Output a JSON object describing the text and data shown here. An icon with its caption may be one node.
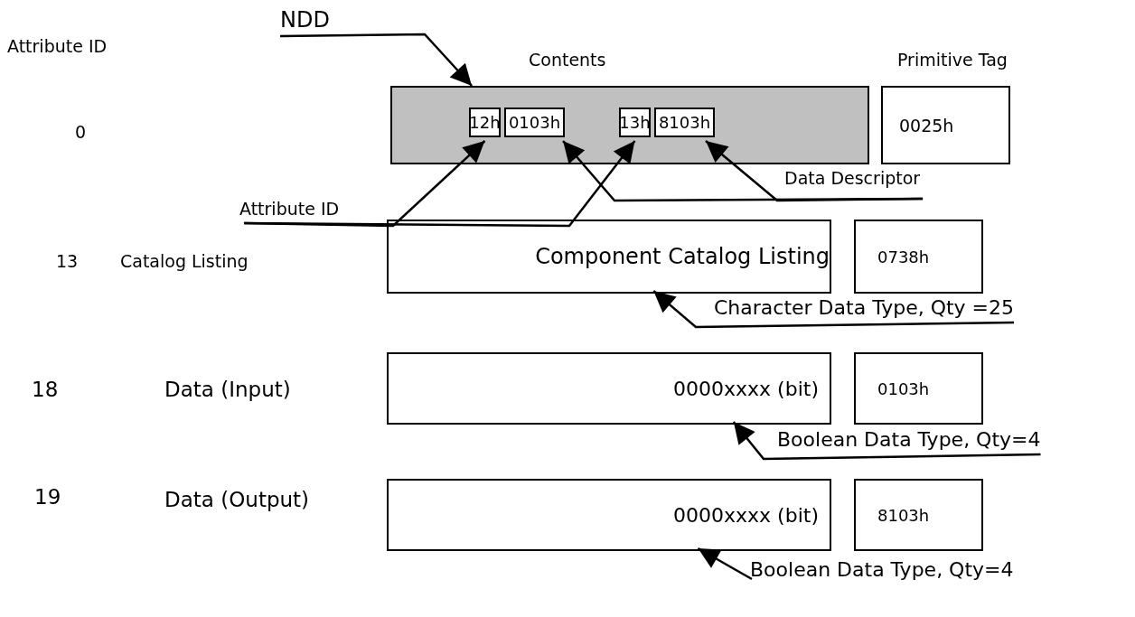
{
  "diagram": {
    "nodes": [
      {
        "text": [
          "NDD"
        ]
      },
      {
        "text": [
          "Contents"
        ]
      },
      {
        "text": [
          "12h"
        ],
        "in": 1
      },
      {
        "text": [
          "0103h"
        ],
        "in": 1
      },
      {
        "text": [
          "13h"
        ],
        "in": 1
      },
      {
        "text": [
          "8103h"
        ],
        "in": 1
      },
      {
        "text": [
          "Primitive Tag",
          "0025h"
        ]
      },
      {
        "text": [
          "Attribute ID"
        ]
      },
      {
        "text": [
          "Data Descriptor"
        ]
      },
      {
        "text": [
          "Component Catalog Listing"
        ]
      },
      {
        "text": [
          "0738h"
        ]
      },
      {
        "text": [
          "Character Data Type, Qty =25"
        ]
      },
      {
        "text": [
          "0000xxxx (bit)"
        ]
      },
      {
        "text": [
          "0103h"
        ]
      },
      {
        "text": [
          "Boolean Data Type, Qty=4"
        ]
      },
      {
        "text": [
          "0000xxxx (bit)"
        ]
      },
      {
        "text": [
          "8103h"
        ]
      },
      {
        "text": [
          "Boolean Data Type, Qty=4"
        ]
      }
    ],
    "edges": [
      {
        "from": 0,
        "to": 1,
        "arrow": "to"
      },
      {
        "from": 7,
        "to": 2,
        "arrow": "to"
      },
      {
        "from": 7,
        "to": 4,
        "arrow": "to"
      },
      {
        "from": 8,
        "to": 3,
        "arrow": "to"
      },
      {
        "from": 8,
        "to": 5,
        "arrow": "to"
      },
      {
        "from": 11,
        "to": 9,
        "arrow": "to"
      },
      {
        "from": 14,
        "to": 12,
        "arrow": "to"
      },
      {
        "from": 17,
        "to": 15,
        "arrow": "to"
      }
    ],
    "labels": [
      "Attribute ID",
      "0",
      "13",
      "Catalog Listing",
      "18",
      "Data (Input)",
      "19",
      "Data (Output)"
    ]
  }
}
